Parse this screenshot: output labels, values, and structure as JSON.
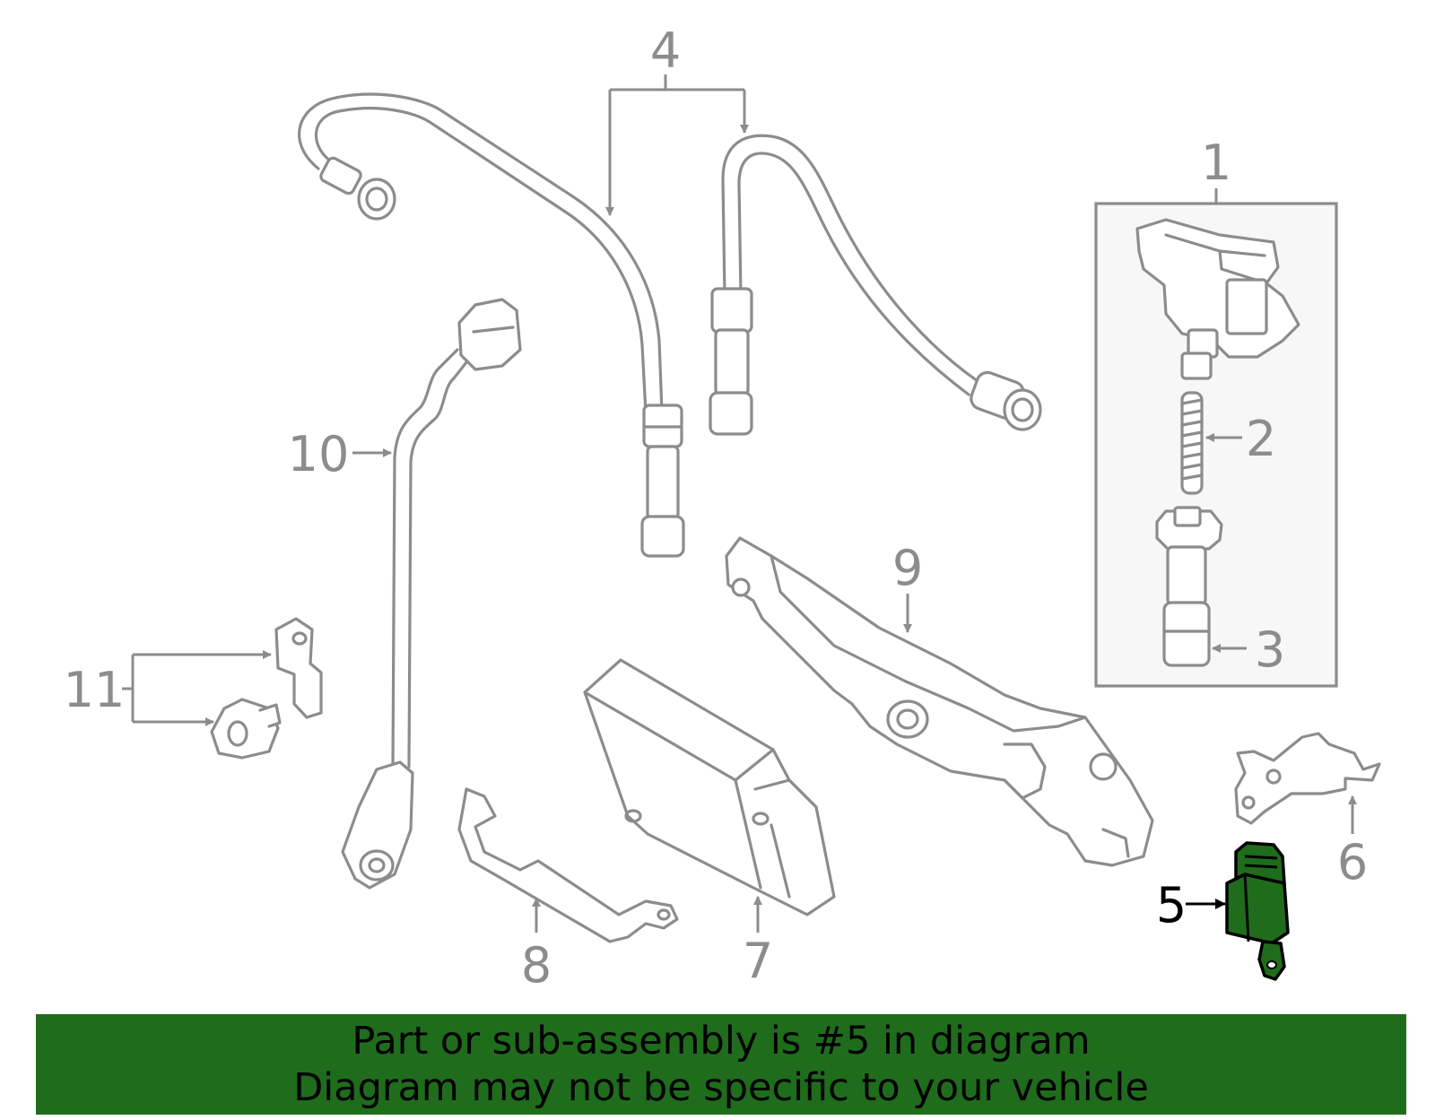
{
  "callouts": {
    "c1": "1",
    "c2": "2",
    "c3": "3",
    "c4": "4",
    "c5": "5",
    "c6": "6",
    "c7": "7",
    "c8": "8",
    "c9": "9",
    "c10": "10",
    "c11": "11"
  },
  "highlight_part": "5",
  "colors": {
    "highlight": "#1f6d1c",
    "line": "#8c8c8c",
    "banner": "#1f6d1c",
    "box_fill": "#f7f7f7"
  },
  "banner": {
    "line1": "Part or sub-assembly is #5 in diagram",
    "line2": "Diagram may not be specific to your vehicle"
  }
}
